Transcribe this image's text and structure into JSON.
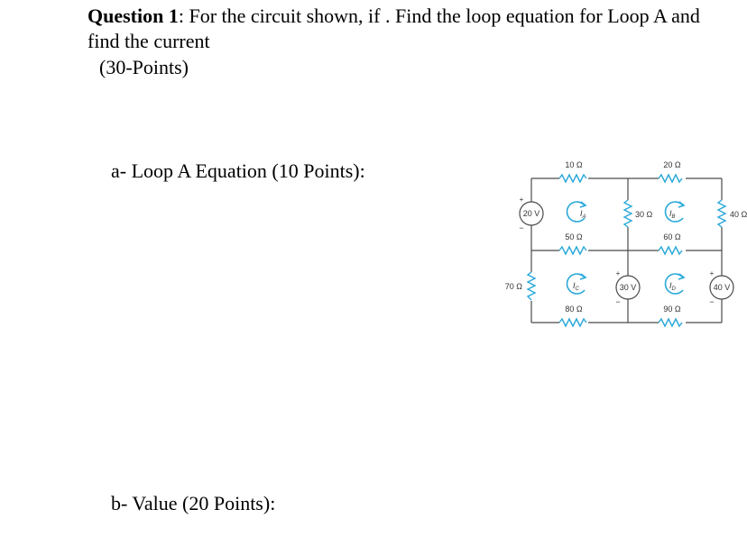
{
  "question": {
    "label": "Question 1",
    "text": ": For the circuit shown, if . Find the loop equation for Loop A and find the current",
    "points": "(30-Points)"
  },
  "part_a": "a- Loop A Equation (10 Points):",
  "part_b": "b- Value (20 Points):",
  "circuit": {
    "r_top_a": "10 Ω",
    "r_top_b": "20 Ω",
    "r_mid_a": "50 Ω",
    "r_mid_b": "60 Ω",
    "r_bot_c": "80 Ω",
    "r_bot_d": "90 Ω",
    "r_vert_ab": "30 Ω",
    "r_right": "40 Ω",
    "r_left": "70 Ω",
    "v1": "20 V",
    "v2": "30 V",
    "v3": "40 V",
    "ia": "I",
    "ia_sub": "A",
    "ib": "I",
    "ib_sub": "B",
    "ic": "I",
    "ic_sub": "C",
    "id": "I",
    "id_sub": "D",
    "plus": "+",
    "minus": "−"
  }
}
